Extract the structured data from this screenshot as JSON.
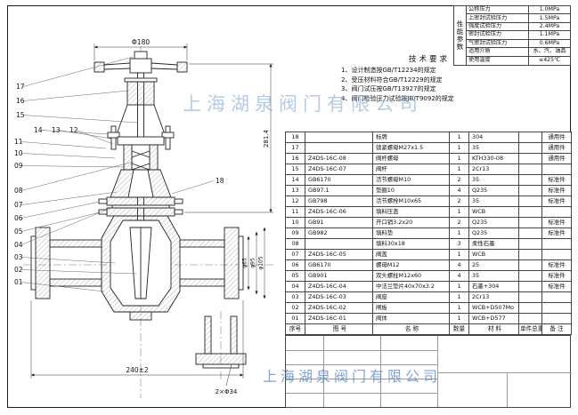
{
  "company": "上海湖泉阀门有限公司",
  "watermark_text": "上海湖泉阀门有限公司",
  "colors": {
    "line": "#1a1a1a",
    "watermark_blue": "#7ba2cf",
    "paper": "#ffffff"
  },
  "performance_table": {
    "vertical_title": "性能参数",
    "rows": [
      {
        "label": "公称压力",
        "value": "1.0MPa"
      },
      {
        "label": "上密封试验压力",
        "value": "1.5MPa"
      },
      {
        "label": "强度试验压力",
        "value": "2.4MPa"
      },
      {
        "label": "密封试验压力",
        "value": "1.1MPa"
      },
      {
        "label": "气密封试验压力",
        "value": "0.6MPa"
      },
      {
        "label": "适用介质",
        "value": "水、汽、油品"
      },
      {
        "label": "使用温度",
        "value": "≤425℃"
      }
    ]
  },
  "tech_requirements": {
    "title": "技术要求",
    "items": [
      "1、设计制造按GB/T12234的规定",
      "2、受压材料符合GB/T12229的规定",
      "3、阀门试压按GB/T13927的规定",
      "4、阀门检验压力试验按JB/T9092的规定"
    ]
  },
  "bom": {
    "headers": [
      "序号",
      "图  号",
      "名  称",
      "数量",
      "材  料",
      "单件总重",
      "备 注"
    ],
    "rows": [
      [
        "18",
        "",
        "标牌",
        "1",
        "304",
        "",
        "通用件"
      ],
      [
        "17",
        "",
        "锁紧螺母M27x1.5",
        "1",
        "35",
        "",
        "通用件"
      ],
      [
        "16",
        "Z4DS-16C-08",
        "阀杆螺母",
        "1",
        "KTH330-08",
        "",
        "通用件"
      ],
      [
        "15",
        "Z4DS-16C-07",
        "阀杆",
        "1",
        "2Cr13",
        "",
        ""
      ],
      [
        "14",
        "GB6170",
        "活节螺母M10",
        "2",
        "35",
        "",
        "标准件"
      ],
      [
        "13",
        "GB97.1",
        "垫圈10",
        "4",
        "Q235",
        "",
        "标准件"
      ],
      [
        "12",
        "GB798",
        "活节螺栓M10x65",
        "2",
        "35",
        "",
        "标准件"
      ],
      [
        "11",
        "Z4DS-16C-06",
        "填料压盖",
        "1",
        "WCB",
        "",
        ""
      ],
      [
        "10",
        "GB91",
        "开口销3.2x20",
        "2",
        "Q235",
        "",
        "标准件"
      ],
      [
        "09",
        "GB982",
        "填料垫",
        "1",
        "Q235",
        "",
        "标准件"
      ],
      [
        "08",
        "",
        "填料30x18",
        "3",
        "柔性石墨",
        "",
        ""
      ],
      [
        "07",
        "Z4DS-16C-05",
        "阀盖",
        "1",
        "WCB",
        "",
        ""
      ],
      [
        "06",
        "GB6170",
        "螺母M12",
        "4",
        "25",
        "",
        "标准件"
      ],
      [
        "05",
        "GB901",
        "双头螺柱M12x60",
        "4",
        "35",
        "",
        "标准件"
      ],
      [
        "04",
        "Z4DS-16C-04",
        "中法兰垫片40x70x3.2",
        "1",
        "石墨+304",
        "",
        "标准件"
      ],
      [
        "03",
        "Z4DS-16C-03",
        "阀座",
        "1",
        "2Cr13",
        "",
        ""
      ],
      [
        "02",
        "Z4DS-16C-02",
        "闸板",
        "1",
        "WCB+D507Mo",
        "",
        ""
      ],
      [
        "01",
        "Z4DS-16C-01",
        "阀体",
        "1",
        "WCB+D577",
        "",
        ""
      ]
    ]
  },
  "drawing": {
    "balloons": [
      "17",
      "16",
      "15",
      "14",
      "13",
      "12",
      "11",
      "10",
      "09",
      "08",
      "07",
      "06",
      "05",
      "04",
      "03",
      "02",
      "01",
      "18"
    ],
    "dims": {
      "handwheel_dia": "Φ180",
      "face_to_face": "240±2",
      "bottom_holes": "2×Φ34",
      "height": "281.4",
      "flange_d1": "φ65",
      "flange_d2": "φ95",
      "flange_d3": "φ105"
    }
  }
}
